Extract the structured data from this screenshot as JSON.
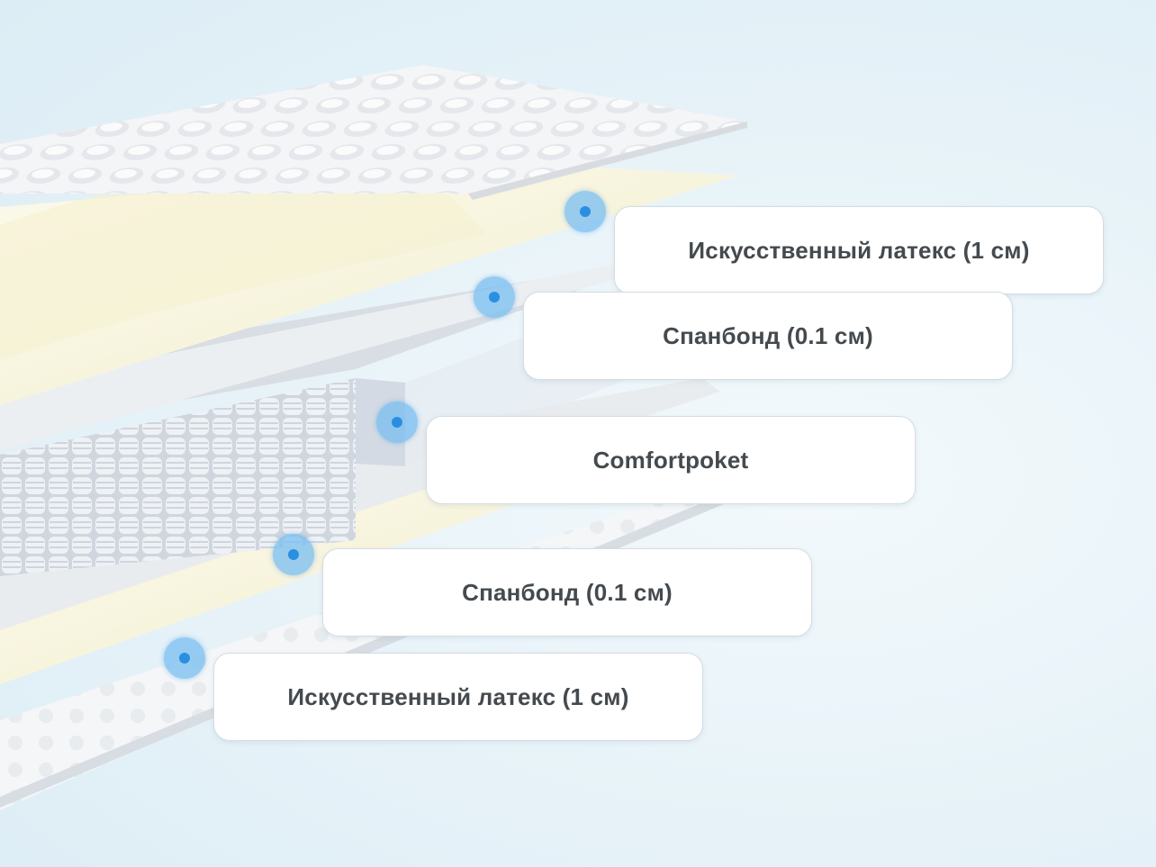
{
  "layers": [
    {
      "label": "Искусственный латекс (1 см)"
    },
    {
      "label": "Спанбонд (0.1 см)"
    },
    {
      "label": "Comfortpoket"
    },
    {
      "label": "Спанбонд (0.1 см)"
    },
    {
      "label": "Искусственный латекс (1 см)"
    }
  ],
  "colors": {
    "marker": "#2a8fe0",
    "marker_halo": "#78bef0",
    "latex": "#f7f3dc",
    "spunbond": "#eceff2",
    "springs": "#e4e9ef",
    "quilted_cover": "#f1f2f4",
    "label_text": "#444a4e"
  }
}
